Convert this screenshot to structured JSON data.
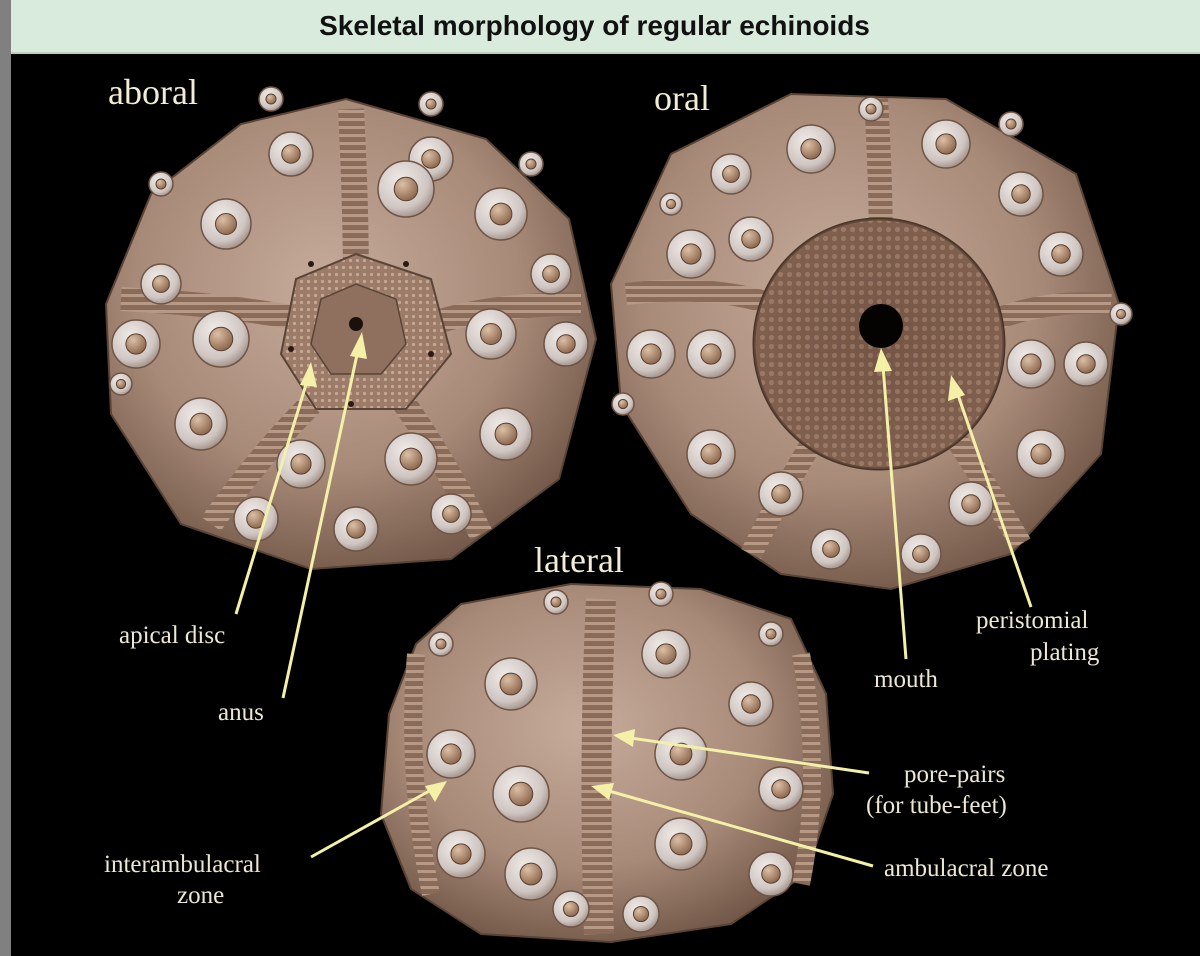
{
  "header": {
    "title": "Skeletal morphology of regular echinoids"
  },
  "views": {
    "aboral": "aboral",
    "oral": "oral",
    "lateral": "lateral"
  },
  "annotations": {
    "apical_disc": "apical disc",
    "anus": "anus",
    "mouth": "mouth",
    "peristomial_plating_1": "peristomial",
    "peristomial_plating_2": "plating",
    "pore_pairs_1": "pore-pairs",
    "pore_pairs_2": "(for tube-feet)",
    "interambulacral_1": "interambulacral",
    "interambulacral_2": "zone",
    "ambulacral_zone": "ambulacral zone"
  },
  "colors": {
    "background": "#000000",
    "header_bg": "#d8ebdc",
    "arrow": "#f4f0a8",
    "label_text": "#eee7d2",
    "shell_base": "#a88a78",
    "tubercle_boss": "#d9d2ce",
    "tubercle_tip": "#b08a6e"
  }
}
